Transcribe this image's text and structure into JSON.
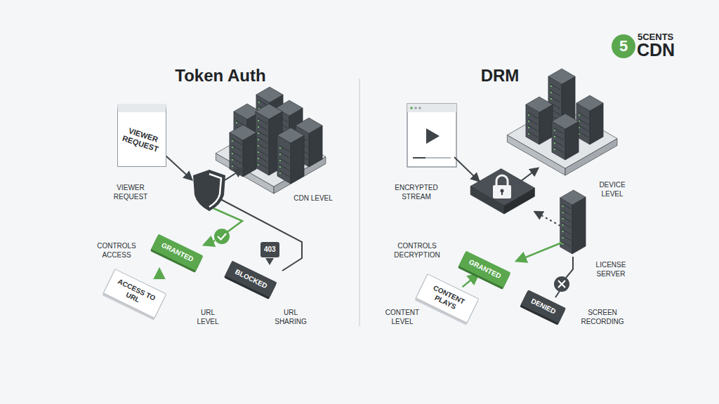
{
  "diagram": {
    "nodes": [
      {
        "text": [
          "VIEWER REQUEST"
        ]
      },
      {
        "text": [
          "GRANTED"
        ]
      },
      {
        "text": [
          "403"
        ]
      },
      {
        "text": [
          "ACCESS TO URL"
        ]
      },
      {
        "text": [
          "BLOCKED"
        ]
      },
      {
        "text": [
          "GRANTED"
        ]
      },
      {
        "text": [
          "CONTENT PLAYS"
        ]
      },
      {
        "text": [
          "DENIED"
        ]
      },
      {
        "text": [
          "5"
        ]
      }
    ],
    "edges": [
      {
        "from": 1,
        "to": 3,
        "arrow": "to"
      },
      {
        "from": 5,
        "to": 6,
        "arrow": "to"
      }
    ],
    "labels": [
      "Token Auth",
      "VIEWER REQUEST",
      "CDN LEVEL",
      "CONTROLS ACCESS",
      "URL LEVEL",
      "URL SHARING",
      "DRM",
      "ENCRYPTED STREAM",
      "DEVICE LEVEL",
      "CONTROLS DECRYPTION",
      "LICENSE SERVER",
      "CONTENT LEVEL",
      "SCREEN RECORDING",
      "5CENTS",
      "CDN"
    ]
  }
}
